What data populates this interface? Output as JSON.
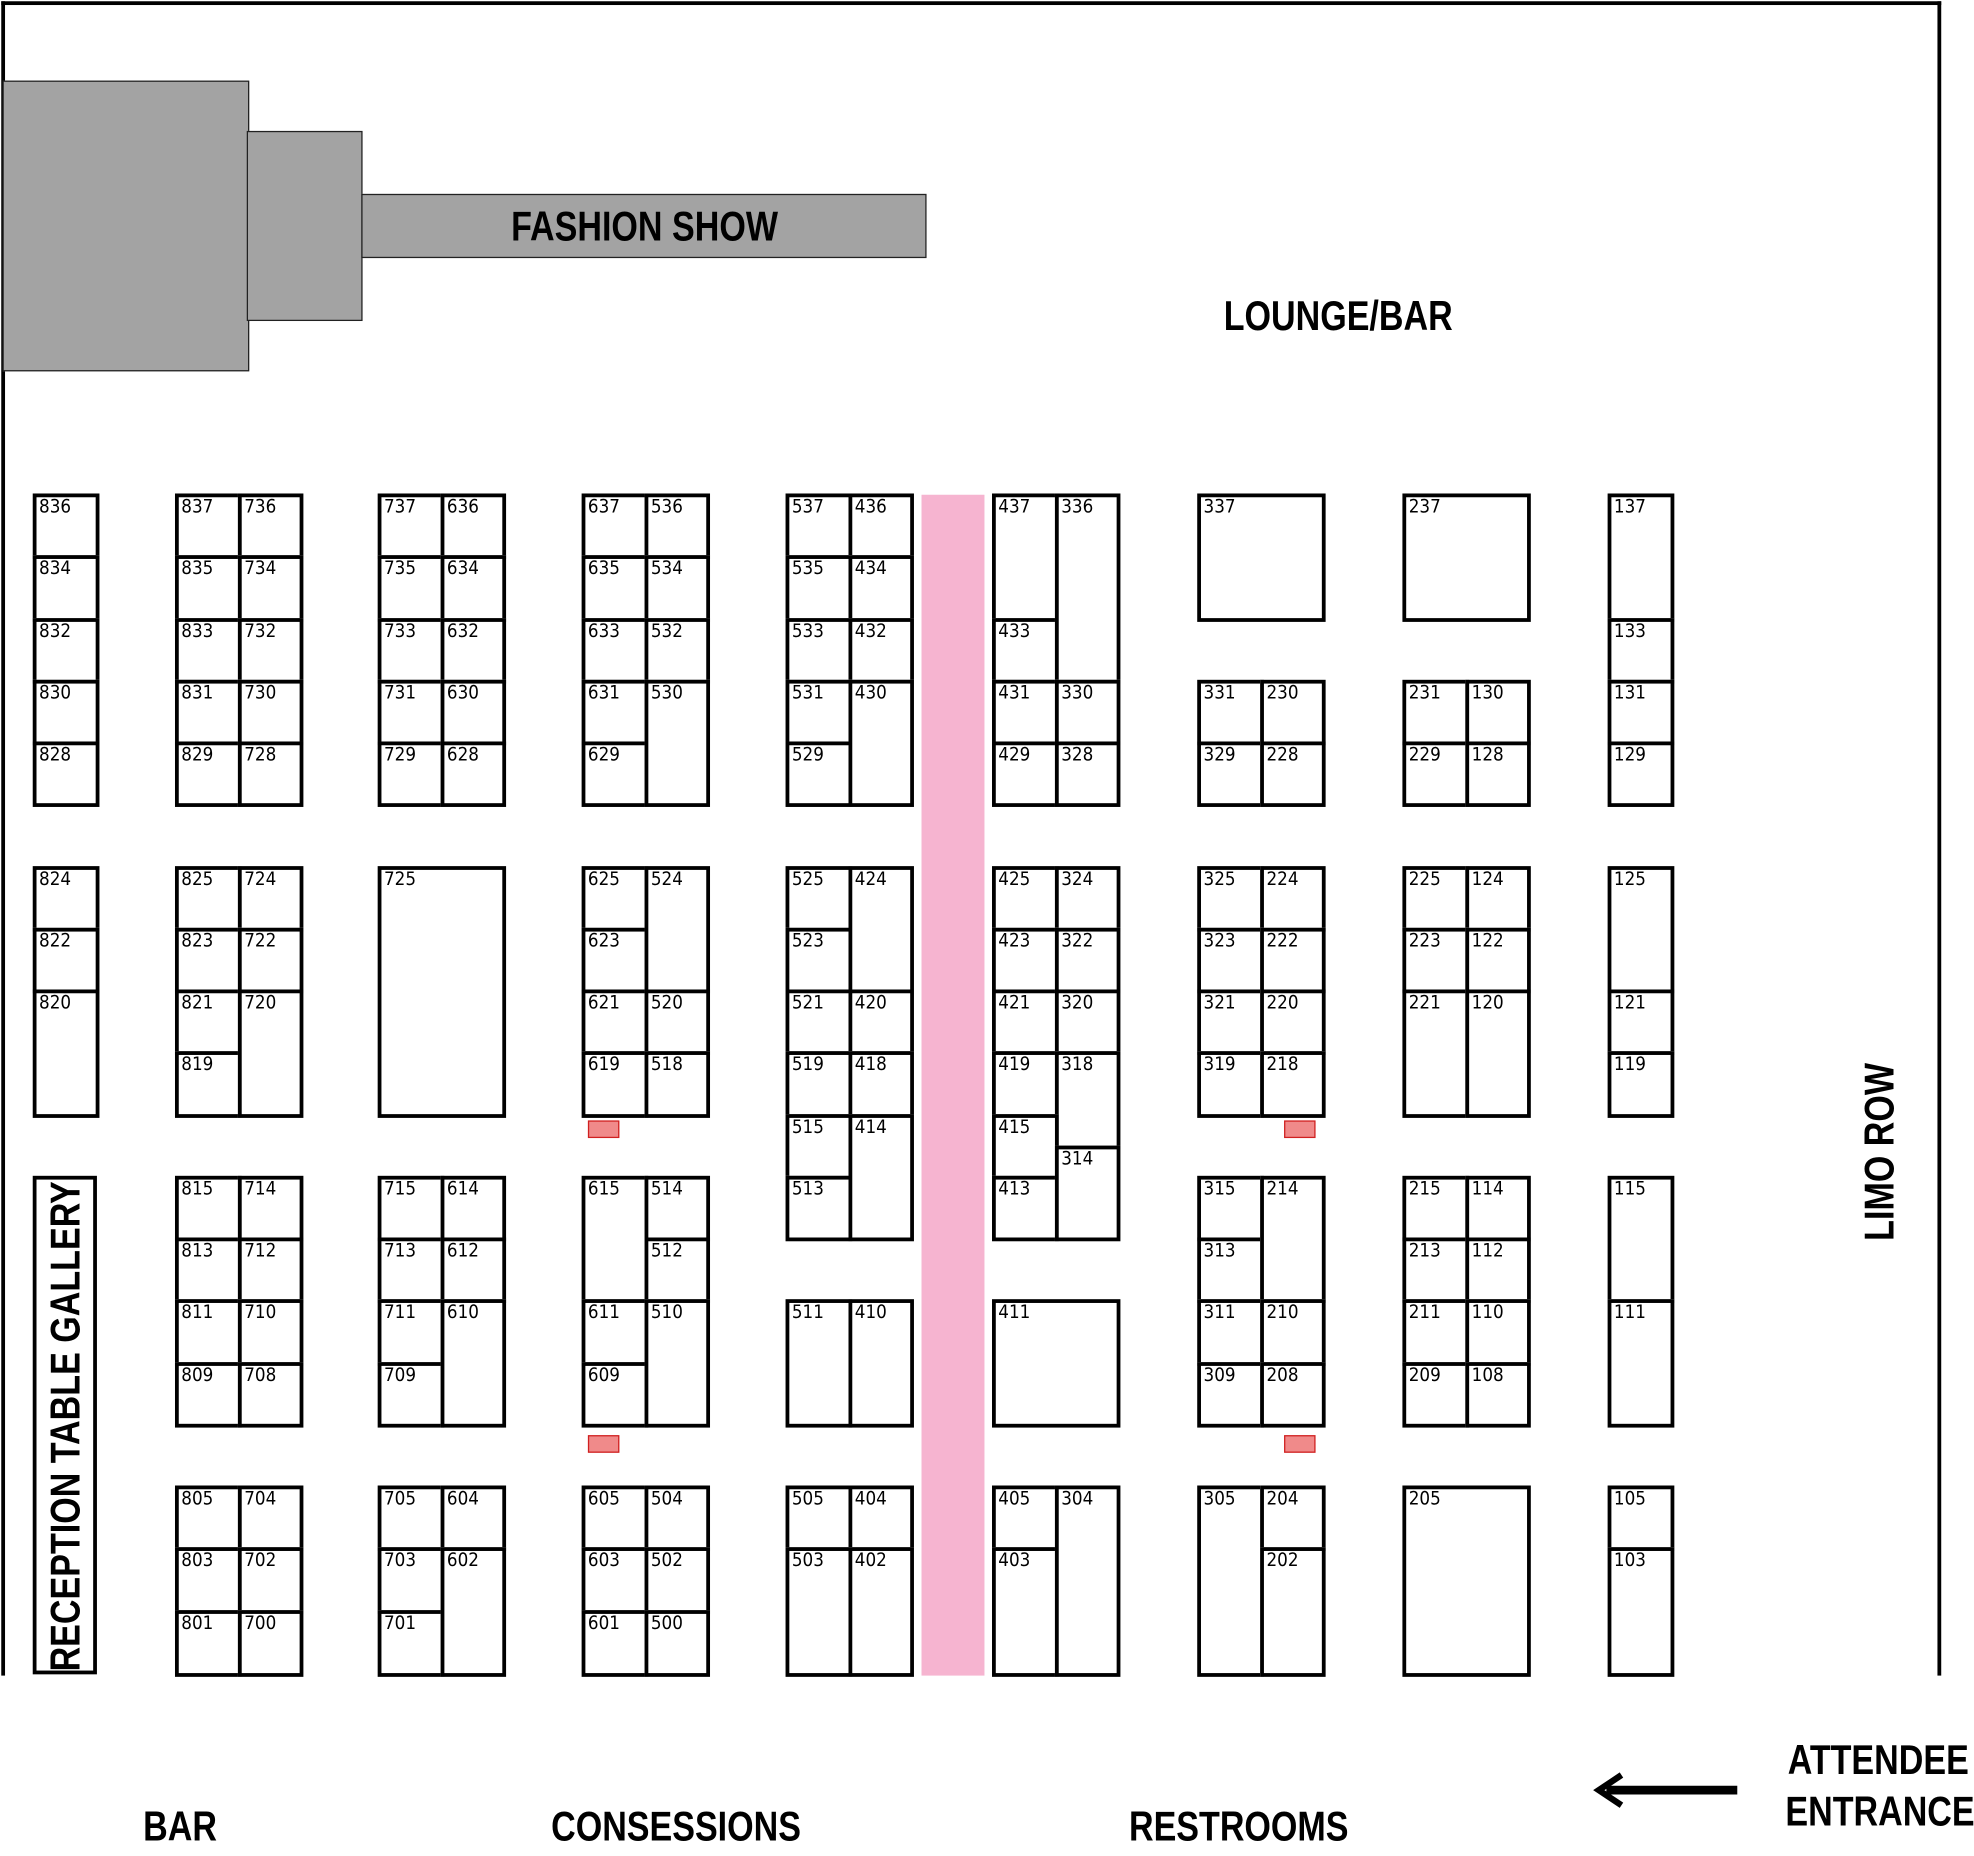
{
  "labels": {
    "fashion_show": "FASHION SHOW",
    "lounge_bar": "LOUNGE/BAR",
    "reception": "RECEPTION TABLE GALLERY",
    "limo_row": "LIMO ROW",
    "bar": "BAR",
    "concessions": "CONSESSIONS",
    "restrooms": "RESTROOMS",
    "entrance_line1": "ATTENDEE",
    "entrance_line2": "ENTRANCE"
  },
  "colors": {
    "aisle": "#f6b4d0",
    "stage": "#a3a3a3",
    "marker": "#f08a8a"
  },
  "icons": {
    "entrance_arrow": "arrow-left-icon"
  },
  "booths": [
    "836",
    "834",
    "832",
    "830",
    "828",
    "824",
    "822",
    "820",
    "837",
    "736",
    "835",
    "734",
    "833",
    "732",
    "831",
    "730",
    "829",
    "728",
    "825",
    "724",
    "823",
    "722",
    "821",
    "819",
    "720",
    "815",
    "714",
    "813",
    "712",
    "811",
    "710",
    "809",
    "708",
    "805",
    "704",
    "803",
    "702",
    "801",
    "700",
    "737",
    "636",
    "735",
    "634",
    "733",
    "632",
    "731",
    "630",
    "729",
    "628",
    "725",
    "715",
    "614",
    "713",
    "612",
    "711",
    "709",
    "610",
    "705",
    "604",
    "703",
    "701",
    "602",
    "637",
    "536",
    "635",
    "534",
    "633",
    "532",
    "631",
    "629",
    "530",
    "625",
    "623",
    "524",
    "621",
    "520",
    "619",
    "518",
    "615",
    "611",
    "609",
    "514",
    "512",
    "510",
    "605",
    "504",
    "603",
    "502",
    "601",
    "500",
    "537",
    "436",
    "535",
    "434",
    "533",
    "432",
    "531",
    "529",
    "430",
    "525",
    "523",
    "521",
    "519",
    "515",
    "513",
    "424",
    "420",
    "418",
    "414",
    "511",
    "410",
    "505",
    "404",
    "503",
    "402",
    "437",
    "433",
    "336",
    "431",
    "330",
    "429",
    "328",
    "425",
    "324",
    "423",
    "322",
    "421",
    "320",
    "419",
    "318",
    "415",
    "413",
    "314",
    "411",
    "405",
    "403",
    "304",
    "337",
    "331",
    "230",
    "329",
    "228",
    "325",
    "224",
    "323",
    "222",
    "321",
    "220",
    "319",
    "218",
    "315",
    "313",
    "311",
    "309",
    "214",
    "210",
    "208",
    "305",
    "204",
    "202",
    "237",
    "231",
    "130",
    "229",
    "128",
    "225",
    "124",
    "223",
    "122",
    "221",
    "120",
    "215",
    "114",
    "213",
    "112",
    "211",
    "110",
    "209",
    "108",
    "205",
    "137",
    "133",
    "131",
    "129",
    "125",
    "121",
    "119",
    "115",
    "111",
    "105",
    "103"
  ]
}
